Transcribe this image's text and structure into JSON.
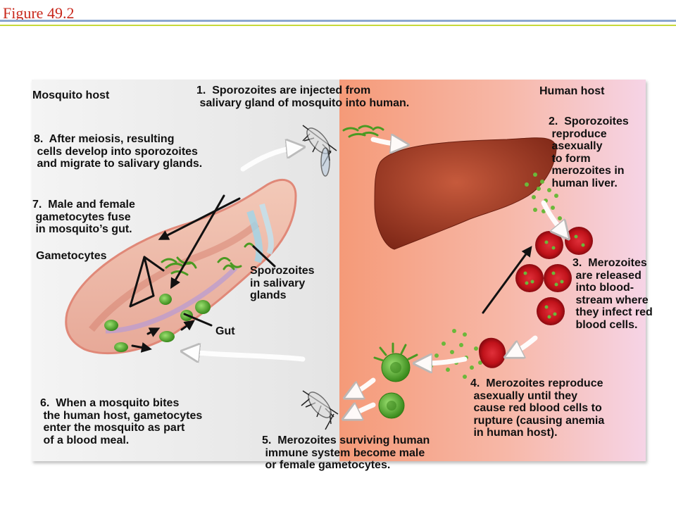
{
  "header": {
    "title": "Figure 49.2"
  },
  "colors": {
    "title": "#c8281c",
    "liver": "#a8402a",
    "rbc": "#c0121a",
    "parasite": "#5aa02a",
    "human_bg": "#f0a08a",
    "mosquito_bg": "#efefef"
  },
  "labels": {
    "mosquito_host": "Mosquito host",
    "human_host": "Human host",
    "step1": "1.  Sporozoites are injected from\n salivary gland of mosquito into human.",
    "step2": "2.  Sporozoites\n reproduce\n asexually\n to form\n merozoites in\n human liver.",
    "step3": "3.  Merozoites\n are released\n into blood-\n stream where\n they infect red\n blood cells.",
    "step4": "4.  Merozoites reproduce\n asexually until they\n cause red blood cells to\n rupture (causing anemia\n in human host).",
    "step5": "5.  Merozoites surviving human\n immune system become male\n or female gametocytes.",
    "step6": "6.  When a mosquito bites\n the human host, gametocytes\n enter the mosquito as part\n of a blood meal.",
    "step7": "7.  Male and female\n gametocytes fuse\n in mosquito’s gut.",
    "step8": "8.  After meiosis, resulting\n cells develop into sporozoites\n and migrate to salivary glands.",
    "gametocytes": "Gametocytes",
    "sporozoites_glands": "Sporozoites\nin salivary\nglands",
    "gut": "Gut"
  }
}
